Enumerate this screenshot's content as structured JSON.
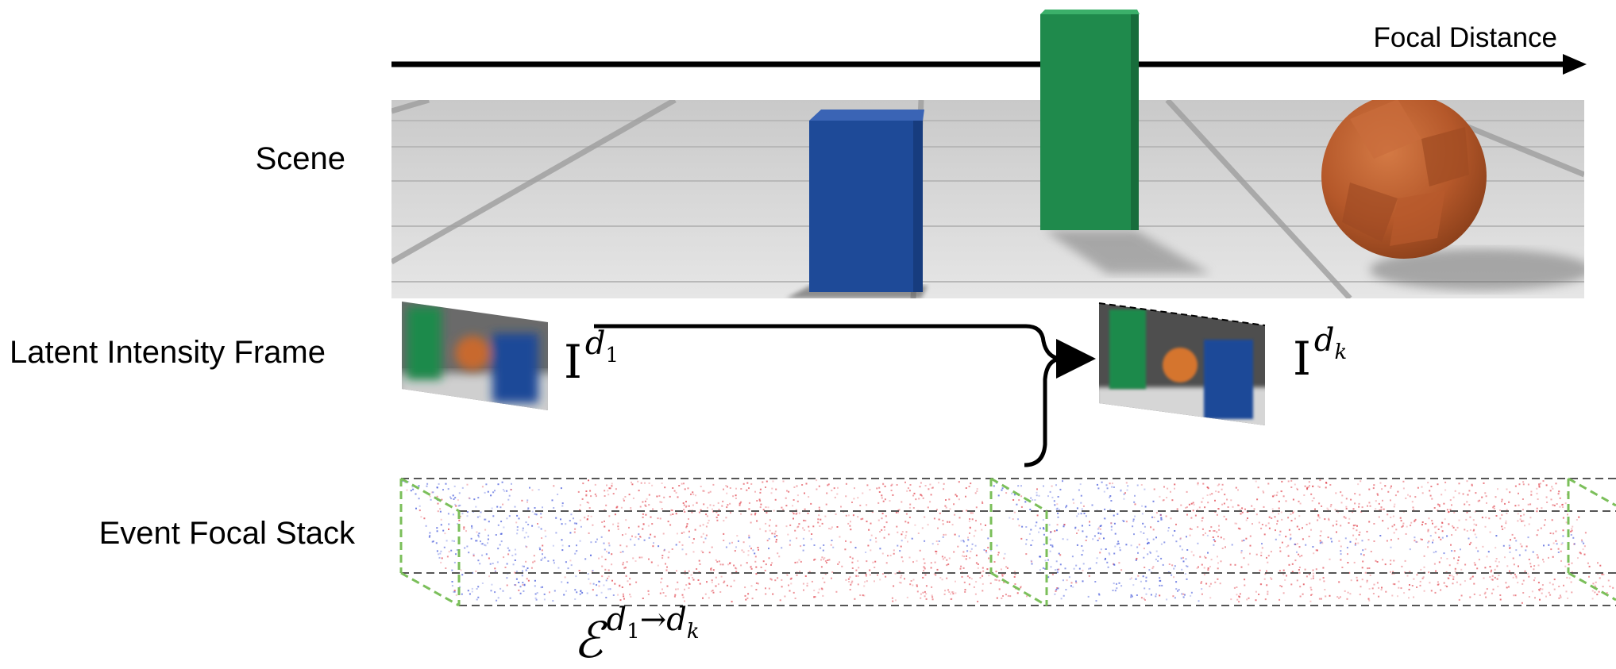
{
  "rows": {
    "scene": "Scene",
    "latent": "Latent Intensity Frame",
    "stack": "Event Focal Stack"
  },
  "axis": {
    "label": "Focal Distance"
  },
  "symbols": {
    "i_base": "I",
    "i1_sup": "d",
    "i1_sub": "1",
    "ik_sup": "d",
    "ik_sub": "k",
    "e_base": "ℰ",
    "e_sup_a": "d",
    "e_sub_a": "1",
    "e_arrow": "→",
    "e_sup_b": "d",
    "e_sub_b": "k"
  },
  "colors": {
    "blue_box": "#1e4a98",
    "green_box": "#1f8a4c",
    "orange_sphere": "#b5582a",
    "positive_events": "#e0404a",
    "negative_events": "#3a4fd8",
    "stack_green_dash": "#7bbf5a"
  }
}
